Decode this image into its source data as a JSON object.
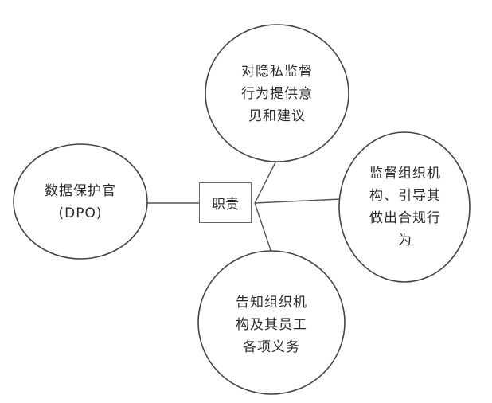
{
  "center": {
    "label": "职责"
  },
  "nodes": {
    "left": {
      "lines": [
        "数据保护官",
        "(DPO)"
      ]
    },
    "top": {
      "lines": [
        "对隐私监督",
        "行为提供意",
        "见和建议"
      ]
    },
    "right": {
      "lines": [
        "监督组织机",
        "构、引导其",
        "做出合规行",
        "为"
      ]
    },
    "bottom": {
      "lines": [
        "告知组织机",
        "构及其员工",
        "各项义务"
      ]
    }
  }
}
